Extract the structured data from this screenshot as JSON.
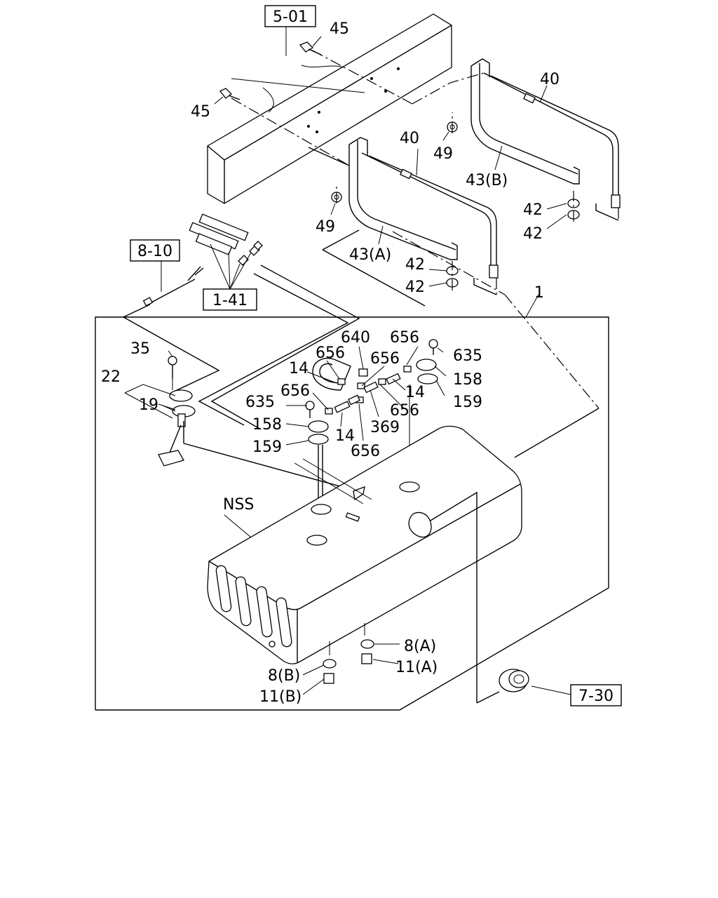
{
  "references": {
    "r501": "5-01",
    "r810": "8-10",
    "r141": "1-41",
    "r730": "7-30"
  },
  "labels": {
    "l45a": "45",
    "l45b": "45",
    "l40a": "40",
    "l40b": "40",
    "l49a": "49",
    "l49b": "49",
    "l43b": "43(B)",
    "l43a": "43(A)",
    "l42a": "42",
    "l42b": "42",
    "l42c": "42",
    "l42d": "42",
    "l1": "1",
    "l35": "35",
    "l22": "22",
    "l19": "19",
    "l640": "640",
    "l656a": "656",
    "l656b": "656",
    "l656c": "656",
    "l656d": "656",
    "l656e": "656",
    "l656f": "656",
    "l635a": "635",
    "l635b": "635",
    "l14a": "14",
    "l14b": "14",
    "l14c": "14",
    "l158a": "158",
    "l158b": "158",
    "l159a": "159",
    "l159b": "159",
    "l369": "369",
    "lnss": "NSS",
    "l8a": "8(A)",
    "l11a": "11(A)",
    "l8b": "8(B)",
    "l11b": "11(B)"
  }
}
